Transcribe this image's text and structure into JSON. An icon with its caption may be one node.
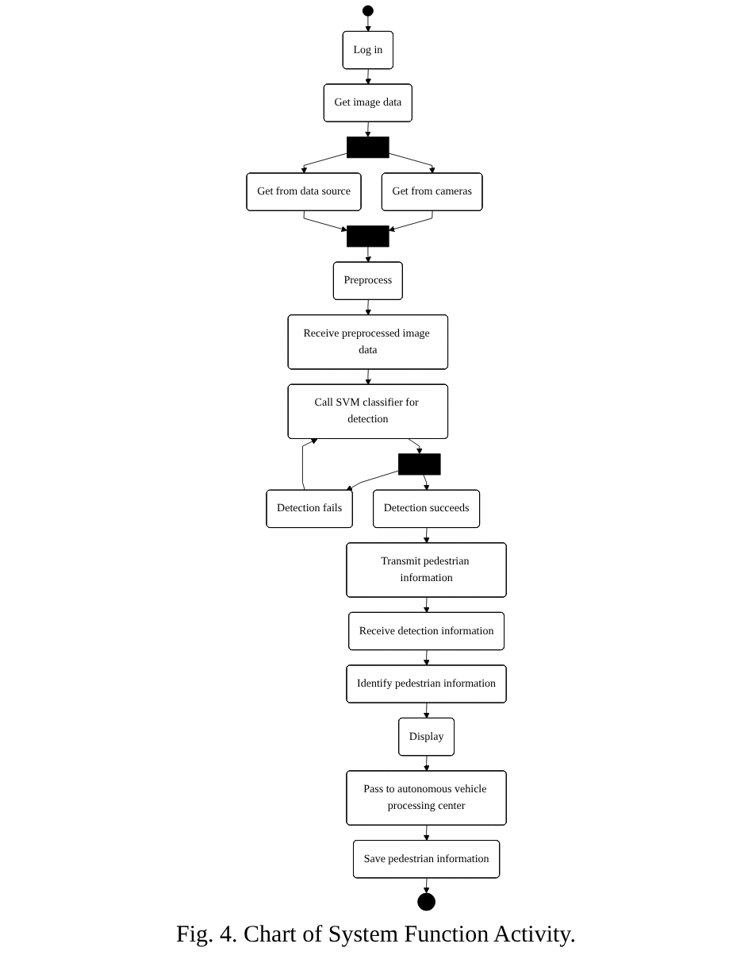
{
  "diagram": {
    "caption": "Fig. 4.  Chart of System Function Activity.",
    "nodes": [
      {
        "text": [],
        "shape": "circle"
      },
      {
        "text": [
          "Log in"
        ]
      },
      {
        "text": [
          "Get image data"
        ]
      },
      {
        "text": [],
        "shape": "bar"
      },
      {
        "text": [
          "Get from cameras"
        ]
      },
      {
        "text": [
          "Get from data source"
        ]
      },
      {
        "text": [],
        "shape": "bar"
      },
      {
        "text": [
          "Preprocess"
        ]
      },
      {
        "text": [
          "Receive preprocessed image data"
        ]
      },
      {
        "text": [
          "Call SVM classifier for detection"
        ]
      },
      {
        "text": [],
        "shape": "bar"
      },
      {
        "text": [
          "Detection fails"
        ]
      },
      {
        "text": [
          "Detection succeeds"
        ]
      },
      {
        "text": [
          "Transmit pedestrian information"
        ]
      },
      {
        "text": [
          "Receive detection information"
        ]
      },
      {
        "text": [
          "Identify pedestrian information"
        ]
      },
      {
        "text": [
          "Display"
        ]
      },
      {
        "text": [
          "Pass to autonomous vehicle processing center"
        ]
      },
      {
        "text": [
          "Save pedestrian information"
        ]
      },
      {
        "text": [],
        "shape": "bullseye"
      }
    ],
    "edges": [
      {
        "from": 0,
        "to": 1,
        "arrow": "to"
      },
      {
        "from": 1,
        "to": 2,
        "arrow": "to"
      },
      {
        "from": 2,
        "to": 3,
        "arrow": "to"
      },
      {
        "from": 3,
        "to": 4,
        "arrow": "to"
      },
      {
        "from": 3,
        "to": 5,
        "arrow": "to"
      },
      {
        "from": 4,
        "to": 6,
        "arrow": "to"
      },
      {
        "from": 5,
        "to": 6,
        "arrow": "to"
      },
      {
        "from": 6,
        "to": 7,
        "arrow": "to"
      },
      {
        "from": 7,
        "to": 8,
        "arrow": "to"
      },
      {
        "from": 8,
        "to": 9,
        "arrow": "to"
      },
      {
        "from": 9,
        "to": 10,
        "arrow": "to"
      },
      {
        "from": 10,
        "to": 11,
        "arrow": "to"
      },
      {
        "from": 10,
        "to": 12,
        "arrow": "to"
      },
      {
        "from": 11,
        "to": 9,
        "arrow": "to"
      },
      {
        "from": 12,
        "to": 13,
        "arrow": "to"
      },
      {
        "from": 13,
        "to": 14,
        "arrow": "to"
      },
      {
        "from": 14,
        "to": 15,
        "arrow": "to"
      },
      {
        "from": 15,
        "to": 16,
        "arrow": "to"
      },
      {
        "from": 16,
        "to": 17,
        "arrow": "to"
      },
      {
        "from": 17,
        "to": 18,
        "arrow": "to"
      },
      {
        "from": 18,
        "to": 19,
        "arrow": "to"
      }
    ]
  }
}
